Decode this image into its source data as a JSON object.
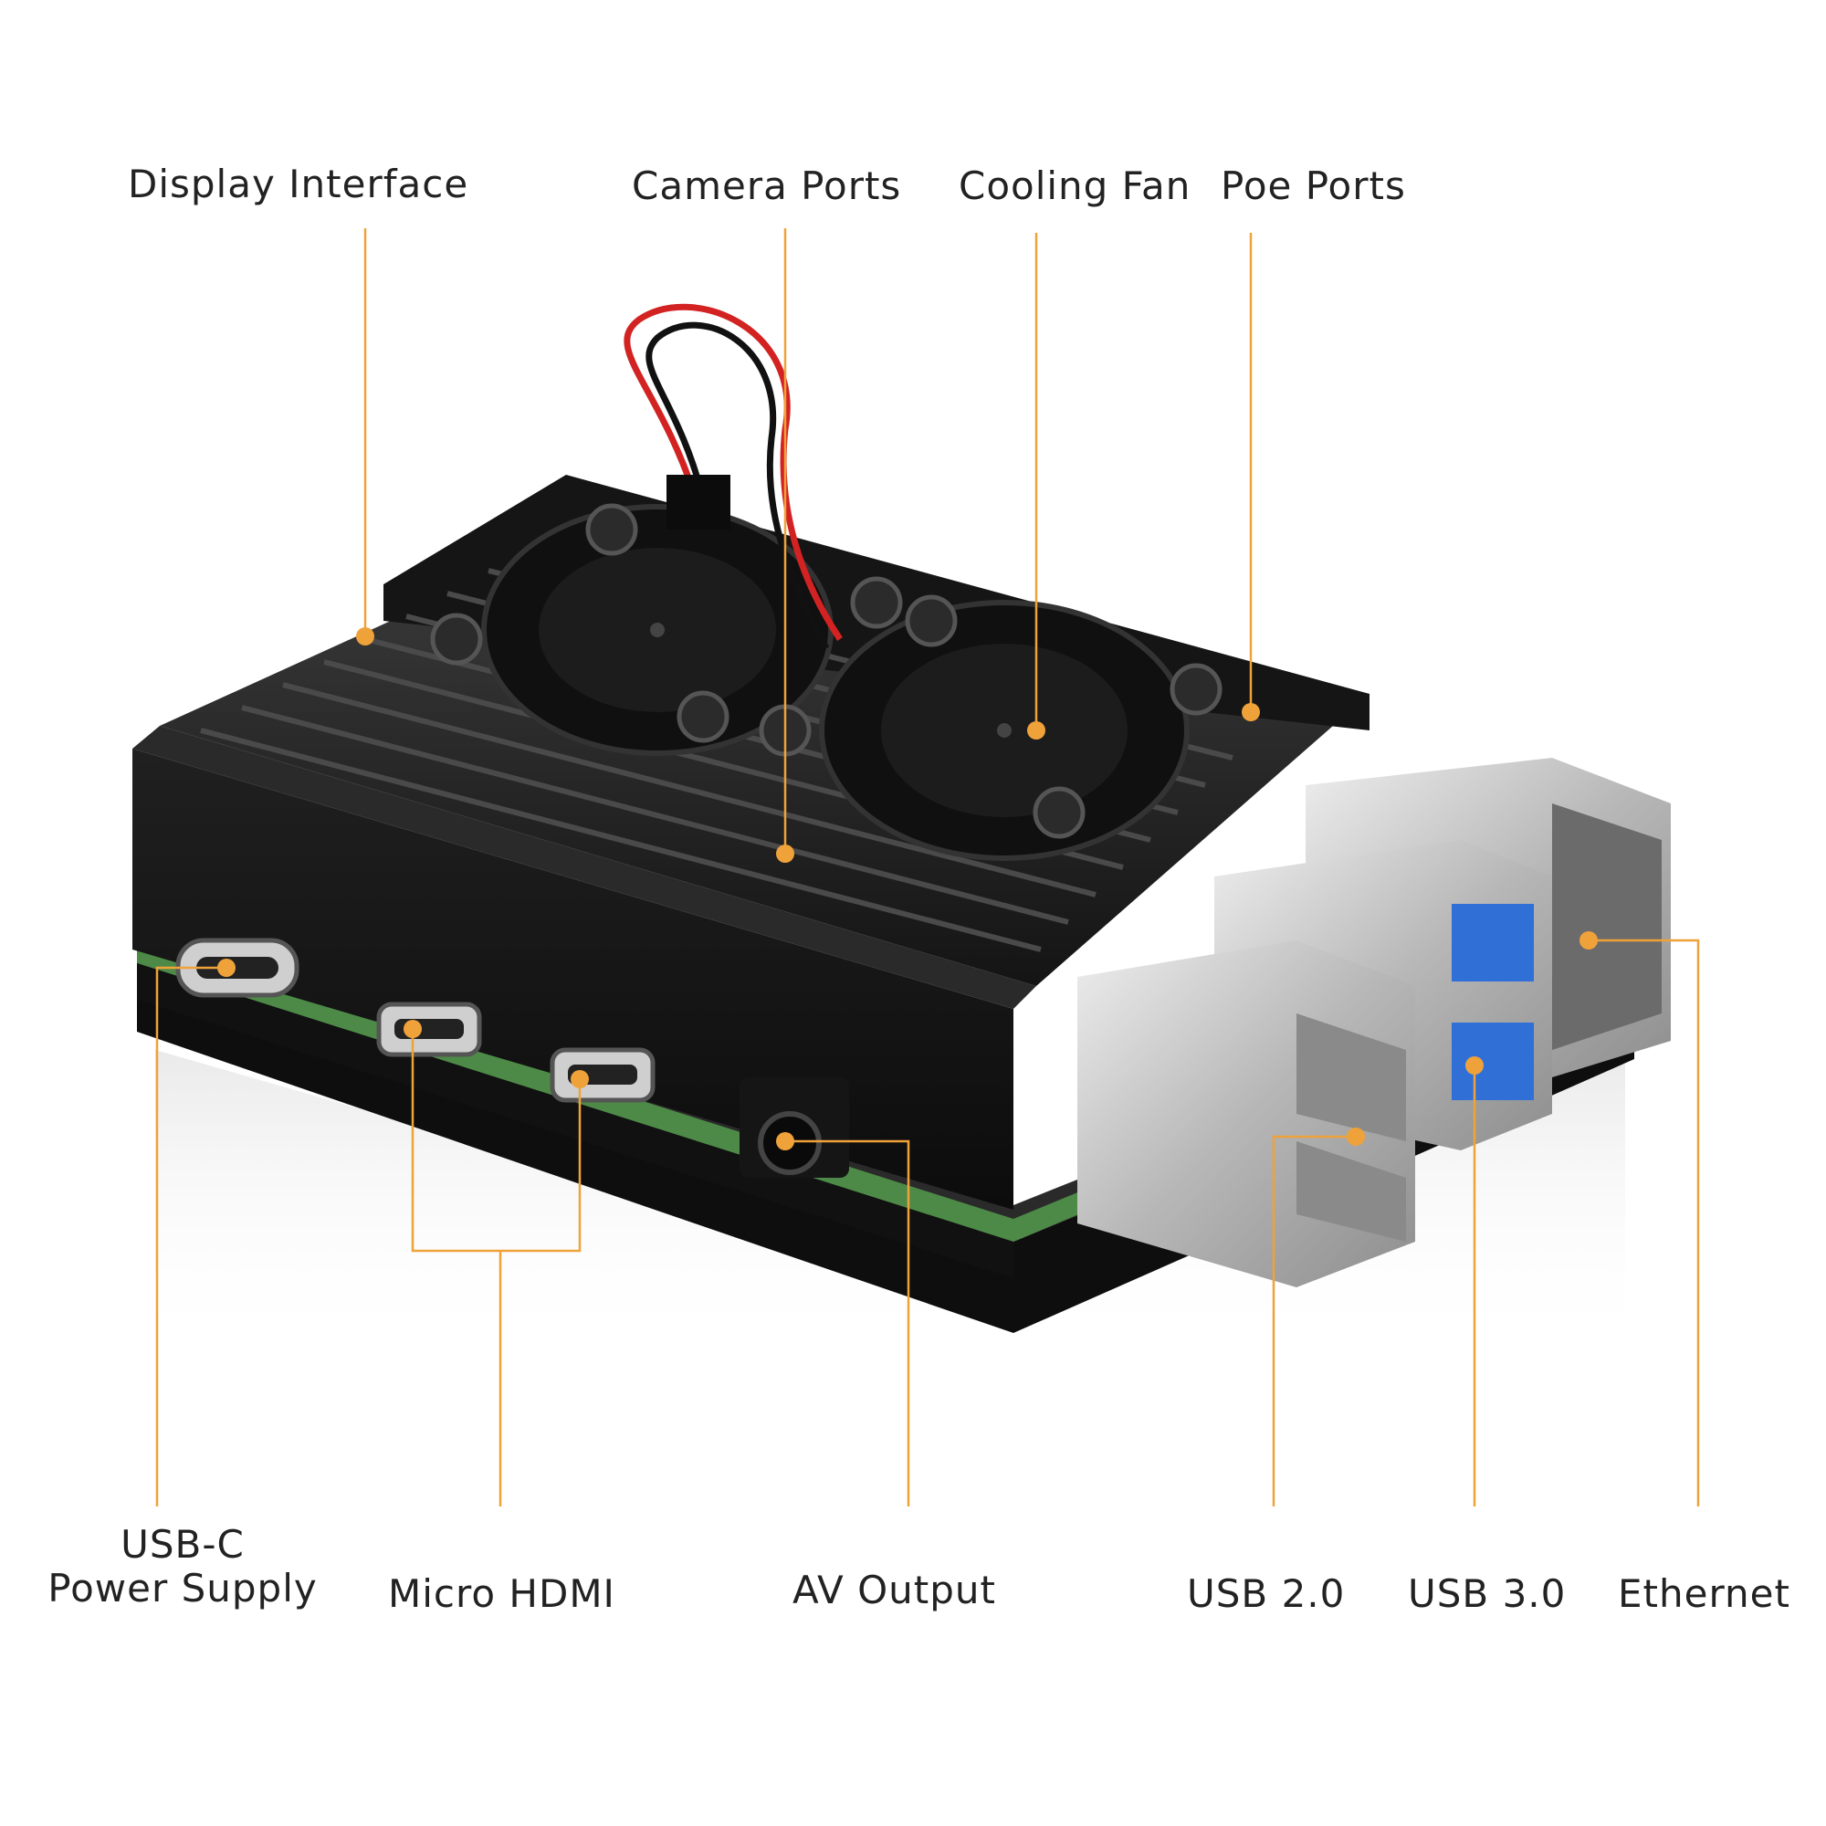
{
  "labels": {
    "display_interface": "Display Interface",
    "camera_ports": "Camera Ports",
    "cooling_fan": "Cooling Fan",
    "poe_ports": "Poe Ports",
    "usb_c_line1": "USB-C",
    "usb_c_line2": "Power Supply",
    "micro_hdmi": "Micro HDMI",
    "av_output": "AV Output",
    "usb_2": "USB 2.0",
    "usb_3": "USB 3.0",
    "ethernet": "Ethernet"
  },
  "colors": {
    "callout": "#f0a23a",
    "text": "#222222",
    "case": "#1a1a1a",
    "case_top": "#2b2b2b",
    "pcb": "#3f7a3a",
    "metal": "#c9c9c9",
    "usb3_blue": "#2f6fd6"
  }
}
